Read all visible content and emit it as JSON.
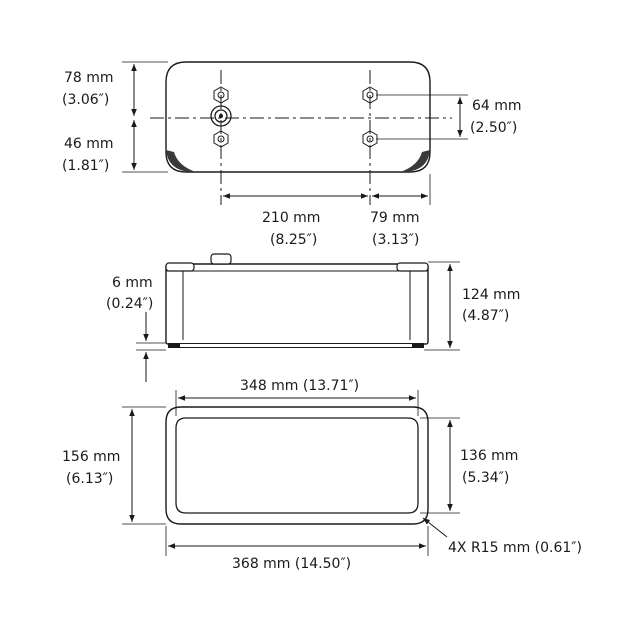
{
  "top_view": {
    "height_upper": {
      "mm": "78 mm",
      "in": "(3.06″)"
    },
    "height_lower": {
      "mm": "46 mm",
      "in": "(1.81″)"
    },
    "bolt_spacing_vertical": {
      "mm": "64 mm",
      "in": "(2.50″)"
    },
    "bolt_offset": {
      "mm": "210 mm",
      "in": "(8.25″)"
    },
    "bolt_spacing_horizontal": {
      "mm": "79 mm",
      "in": "(3.13″)"
    }
  },
  "side_view": {
    "foot_height": {
      "mm": "6 mm",
      "in": "(0.24″)"
    },
    "overall_height": {
      "mm": "124 mm",
      "in": "(4.87″)"
    }
  },
  "bottom_view": {
    "inner_width": "348 mm (13.71″)",
    "outer_height": {
      "mm": "156 mm",
      "in": "(6.13″)"
    },
    "inner_height": {
      "mm": "136 mm",
      "in": "(5.34″)"
    },
    "corner_radius": "4X R15 mm (0.61″)",
    "outer_width": "368 mm (14.50″)"
  }
}
